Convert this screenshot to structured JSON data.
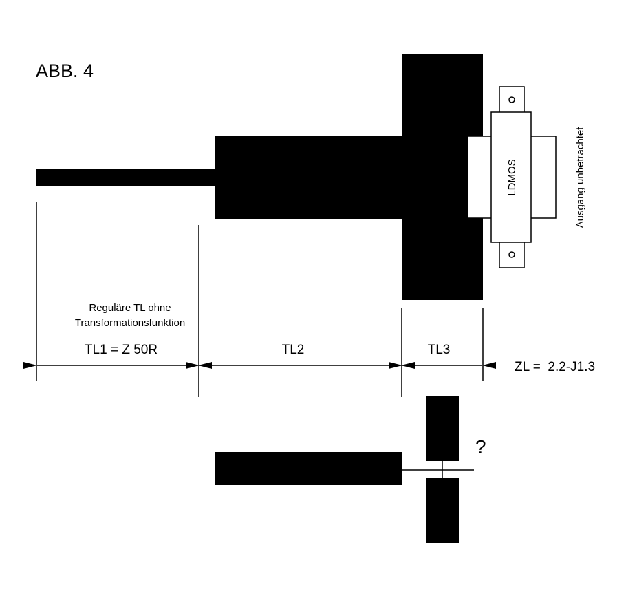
{
  "figure": {
    "label": "ABB. 4",
    "transistor_label": "LDMOS",
    "output_note": "Ausgang unbetrachtet",
    "tl1_note_line1": "Reguläre TL ohne",
    "tl1_note_line2": "Transformationsfunktion",
    "tl1_label": "TL1 = Z 50R",
    "tl2_label": "TL2",
    "tl3_label": "TL3",
    "load_impedance": "ZL =  2.2-J1.3",
    "question_mark": "?"
  },
  "colors": {
    "ink": "#000000",
    "paper": "#ffffff"
  }
}
